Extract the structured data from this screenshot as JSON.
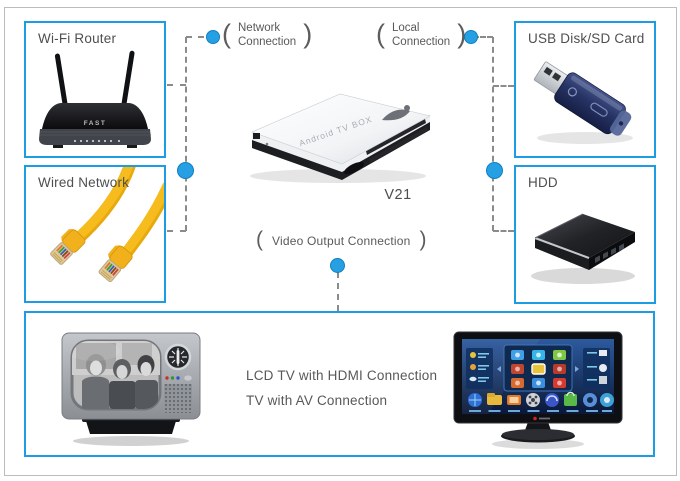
{
  "page": {
    "background": "#ffffff",
    "frame_border": "#bcbcbc"
  },
  "colors": {
    "accent": "#1b9ce4",
    "dot_fill": "#27a0e3",
    "dot_stroke": "#1080c2",
    "dash": "#8b8b8b",
    "text": "#58595b"
  },
  "panels": {
    "wifi_router": {
      "label": "Wi-Fi Router"
    },
    "wired_network": {
      "label": "Wired Network"
    },
    "usb": {
      "label": "USB Disk/SD Card"
    },
    "hdd": {
      "label": "HDD"
    }
  },
  "connections": {
    "paren_open": "(",
    "paren_close": ")",
    "network": {
      "line1": "Network",
      "line2": "Connection"
    },
    "local": {
      "line1": "Local",
      "line2": "Connection"
    },
    "video": {
      "label": "Video Output Connection"
    }
  },
  "device": {
    "model": "V21",
    "top_label": "Android TV BOX",
    "brand_on_router": "FAST"
  },
  "bottom": {
    "line1": "LCD TV with HDMI Connection",
    "line2": "TV with AV Connection"
  }
}
